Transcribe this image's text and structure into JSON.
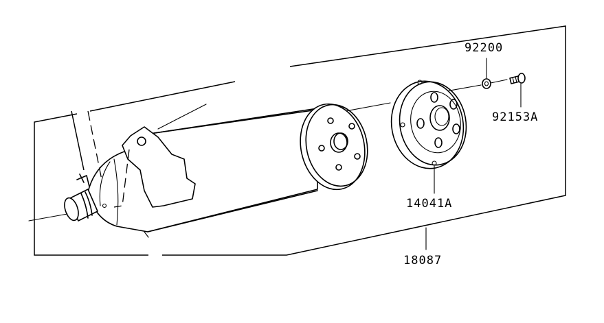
{
  "diagram": {
    "parts": [
      {
        "id": "part-92200",
        "number": "92200"
      },
      {
        "id": "part-92153A",
        "number": "92153A"
      },
      {
        "id": "part-14041A",
        "number": "14041A"
      },
      {
        "id": "part-18087",
        "number": "18087"
      }
    ]
  }
}
